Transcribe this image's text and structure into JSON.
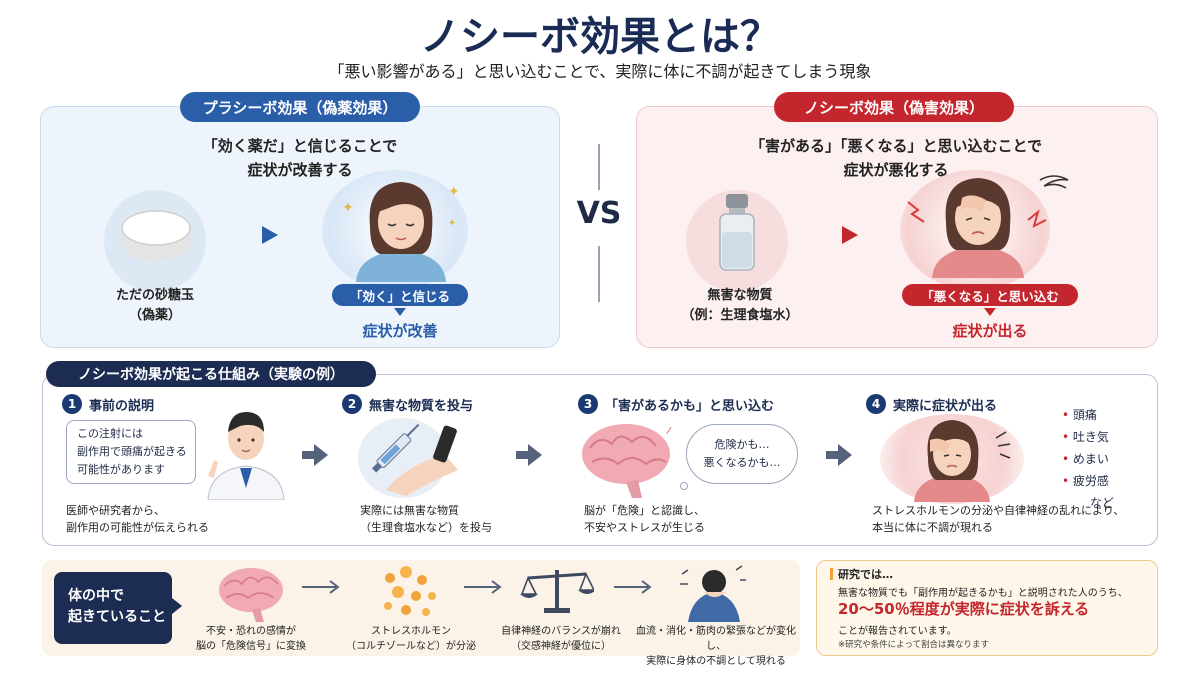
{
  "title": "ノシーボ効果とは？",
  "subtitle": "「悪い影響がある」と思い込むことで、実際に体に不調が起きてしまう現象",
  "vs_label": "VS",
  "placebo": {
    "heading": "プラシーボ効果（偽薬効果）",
    "claim_line1": "「効く薬だ」と信じることで",
    "claim_line2": "症状が改善する",
    "item_line1": "ただの砂糖玉",
    "item_line2": "（偽薬）",
    "tag": "「効く」と信じる",
    "result": "症状が改善"
  },
  "nocebo": {
    "heading": "ノシーボ効果（偽害効果）",
    "claim_line1": "「害がある」「悪くなる」と思い込むことで",
    "claim_line2": "症状が悪化する",
    "item_line1": "無害な物質",
    "item_line2": "（例：生理食塩水）",
    "tag": "「悪くなる」と思い込む",
    "result": "症状が出る"
  },
  "mechanism": {
    "heading": "ノシーボ効果が起こる仕組み（実験の例）",
    "steps": [
      {
        "num": "1",
        "title": "事前の説明",
        "bubble": [
          "この注射には",
          "副作用で頭痛が起きる",
          "可能性があります"
        ],
        "caption": [
          "医師や研究者から、",
          "副作用の可能性が伝えられる"
        ]
      },
      {
        "num": "2",
        "title": "無害な物質を投与",
        "caption": [
          "実際には無害な物質",
          "（生理食塩水など）を投与"
        ]
      },
      {
        "num": "3",
        "title": "「害があるかも」と思い込む",
        "thought": [
          "危険かも…",
          "悪くなるかも…"
        ],
        "caption": [
          "脳が「危険」と認識し、",
          "不安やストレスが生じる"
        ]
      },
      {
        "num": "4",
        "title": "実際に症状が出る",
        "caption": [
          "ストレスホルモンの分泌や自律神経の乱れにより、",
          "本当に体に不調が現れる"
        ],
        "symptoms": [
          "頭痛",
          "吐き気",
          "めまい",
          "疲労感"
        ],
        "symptoms_more": "など"
      }
    ]
  },
  "inside": {
    "label_line1": "体の中で",
    "label_line2": "起きていること",
    "items": [
      {
        "line1": "不安・恐れの感情が",
        "line2": "脳の「危険信号」に変換"
      },
      {
        "line1": "ストレスホルモン",
        "line2": "（コルチゾールなど）が分泌"
      },
      {
        "line1": "自律神経のバランスが崩れ",
        "line2": "（交感神経が優位に）"
      },
      {
        "line1": "血流・消化・筋肉の緊張などが変化し、",
        "line2": "実際に身体の不調として現れる"
      }
    ]
  },
  "research": {
    "head": "研究では…",
    "line1": "無害な物質でも「副作用が起きるかも」と説明された人のうち、",
    "highlight": "20〜50％程度が実際に症状を訴える",
    "line2": "ことが報告されています。",
    "note": "※研究や条件によって割合は異なります"
  },
  "colors": {
    "navy": "#1c2c52",
    "blue": "#2a5ea9",
    "red": "#c4262e",
    "placebo_bg": "#eef4fb",
    "nocebo_bg": "#fdf0f0"
  }
}
